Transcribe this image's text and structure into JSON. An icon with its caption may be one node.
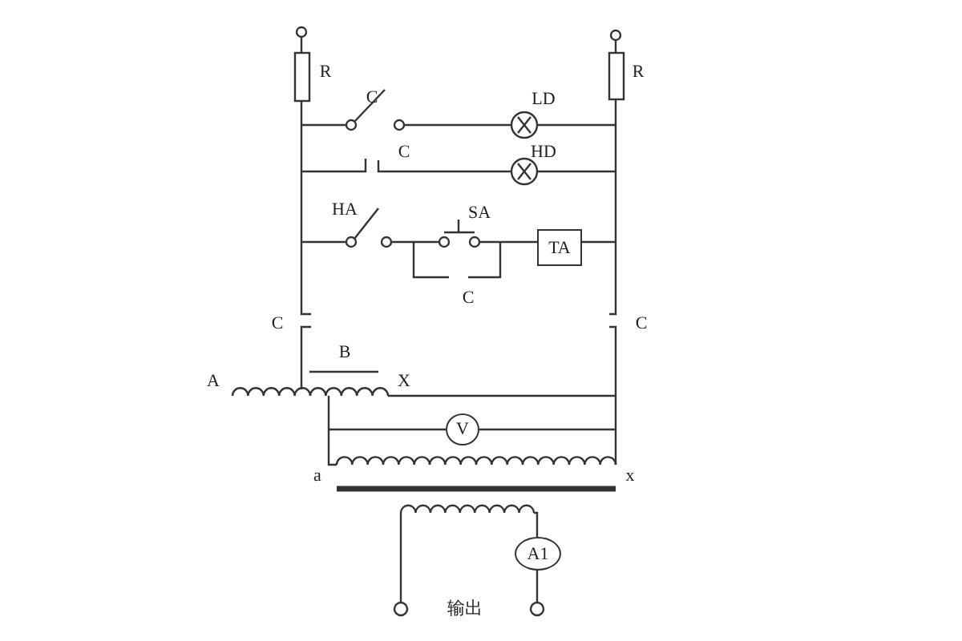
{
  "diagram": {
    "nodes": [
      {
        "text": [
          "TA"
        ]
      },
      {
        "text": [
          "V"
        ]
      },
      {
        "text": [
          "A1"
        ]
      }
    ],
    "labels": [
      "R",
      "R",
      "C",
      "LD",
      "C",
      "HD",
      "HA",
      "SA",
      "C",
      "C",
      "C",
      "B",
      "A",
      "X",
      "a",
      "x",
      "输出"
    ]
  }
}
